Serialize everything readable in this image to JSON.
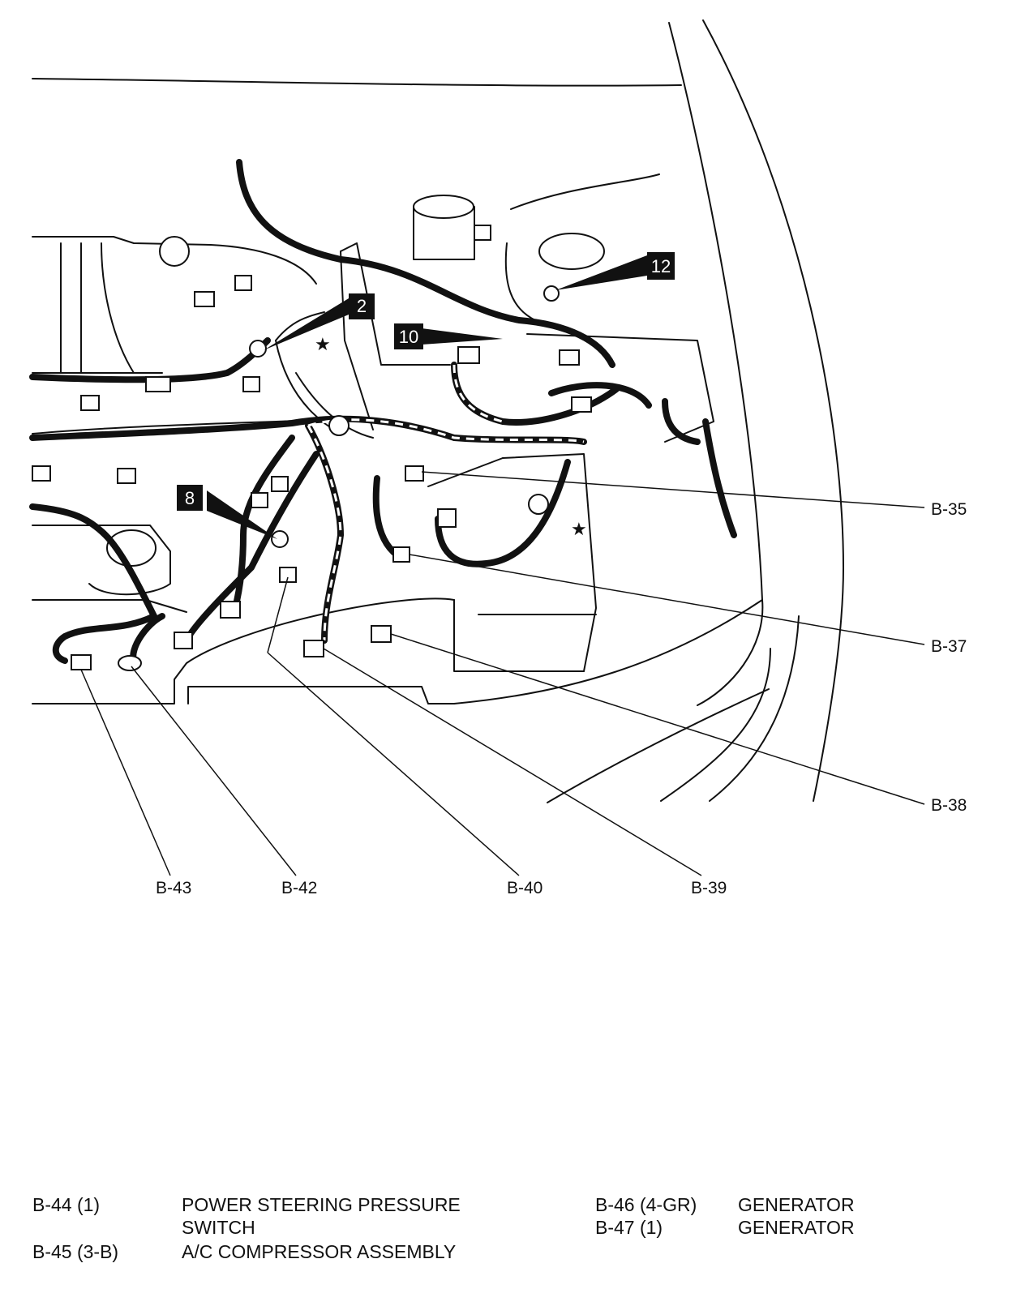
{
  "diagram": {
    "callouts": [
      {
        "id": "2",
        "label": "2"
      },
      {
        "id": "10",
        "label": "10"
      },
      {
        "id": "12",
        "label": "12"
      },
      {
        "id": "8",
        "label": "8"
      }
    ],
    "connector_labels": [
      "B-35",
      "B-37",
      "B-38",
      "B-39",
      "B-40",
      "B-42",
      "B-43"
    ]
  },
  "legend": [
    {
      "code": "B-44 (1)",
      "desc_line1": "POWER STEERING PRESSURE",
      "desc_line2": "SWITCH"
    },
    {
      "code": "B-45 (3-B)",
      "desc_line1": "A/C COMPRESSOR ASSEMBLY",
      "desc_line2": ""
    },
    {
      "code": "B-46 (4-GR)",
      "desc_line1": "GENERATOR",
      "desc_line2": ""
    },
    {
      "code": "B-47 (1)",
      "desc_line1": "GENERATOR",
      "desc_line2": ""
    }
  ],
  "colors": {
    "ink": "#111111",
    "paper": "#ffffff"
  }
}
